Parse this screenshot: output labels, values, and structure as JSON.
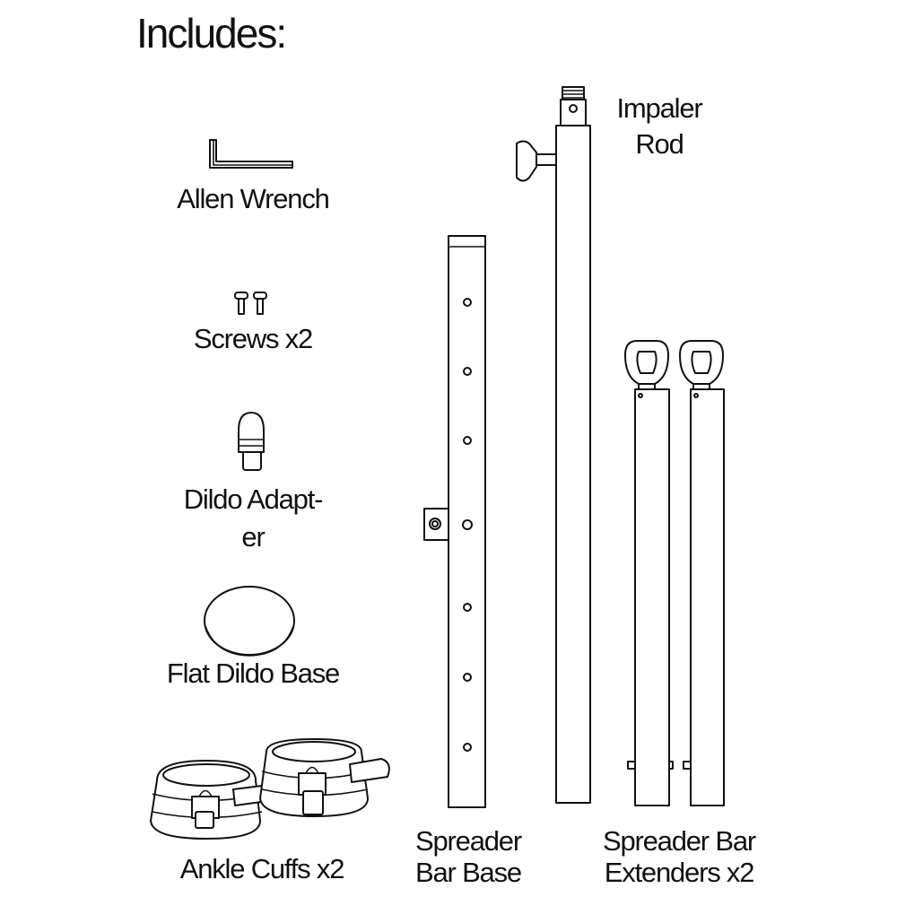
{
  "title": "Includes:",
  "items": {
    "allen_wrench": "Allen Wrench",
    "screws": "Screws x2",
    "dildo_adapter_line1": "Dildo Adapt-",
    "dildo_adapter_line2": "er",
    "flat_base": "Flat Dildo Base",
    "ankle_cuffs": "Ankle Cuffs x2",
    "impaler_line1": "Impaler",
    "impaler_line2": "Rod",
    "spreader_base_line1": "Spreader",
    "spreader_base_line2": "Bar Base",
    "extenders_line1": "Spreader Bar",
    "extenders_line2": "Extenders x2"
  }
}
